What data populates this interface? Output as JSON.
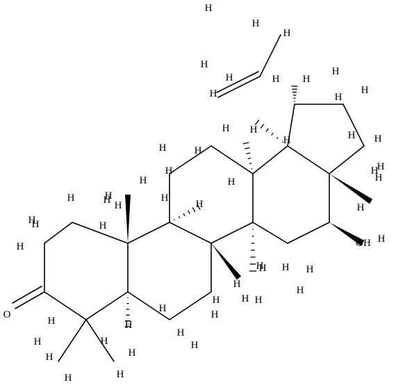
{
  "molecule": {
    "atom_labels": [
      "H",
      "O",
      "OH"
    ],
    "colors": {
      "bond": "#000000",
      "background": "#ffffff"
    }
  }
}
